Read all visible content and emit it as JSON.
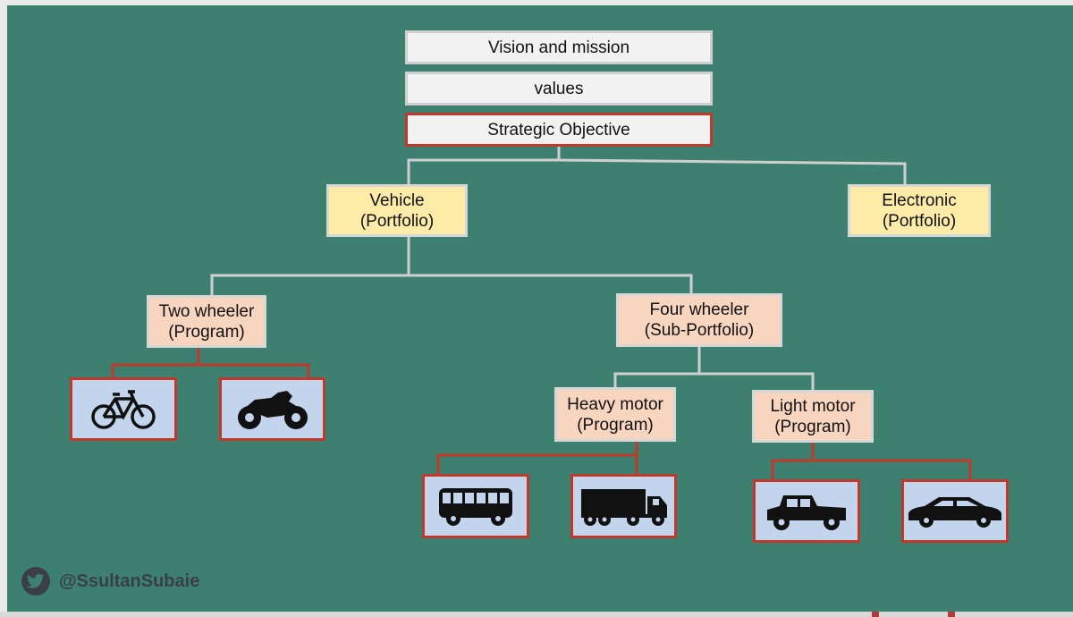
{
  "nodes": {
    "vision": "Vision and mission",
    "values": "values",
    "strategic": "Strategic Objective",
    "vehicle": "Vehicle\n(Portfolio)",
    "electronic": "Electronic\n(Portfolio)",
    "two_wheeler": "Two wheeler\n(Program)",
    "four_wheeler": "Four wheeler\n(Sub-Portfolio)",
    "heavy_motor": "Heavy motor\n(Program)",
    "light_motor": "Light motor\n(Program)"
  },
  "vehicles": {
    "bicycle": "bicycle-icon",
    "motorcycle": "motorcycle-icon",
    "bus": "bus-icon",
    "truck": "truck-icon",
    "jeep": "jeep-icon",
    "sedan": "sedan-icon"
  },
  "footer": {
    "icon": "twitter-icon",
    "handle": "@SsultanSubaie"
  },
  "colors": {
    "background": "#3d8070",
    "grey_box": "#f2f2f2",
    "portfolio_box": "#fdeba8",
    "program_box": "#f8d5bf",
    "vehicle_box": "#c3d5ec",
    "accent_red": "#c0392b"
  }
}
